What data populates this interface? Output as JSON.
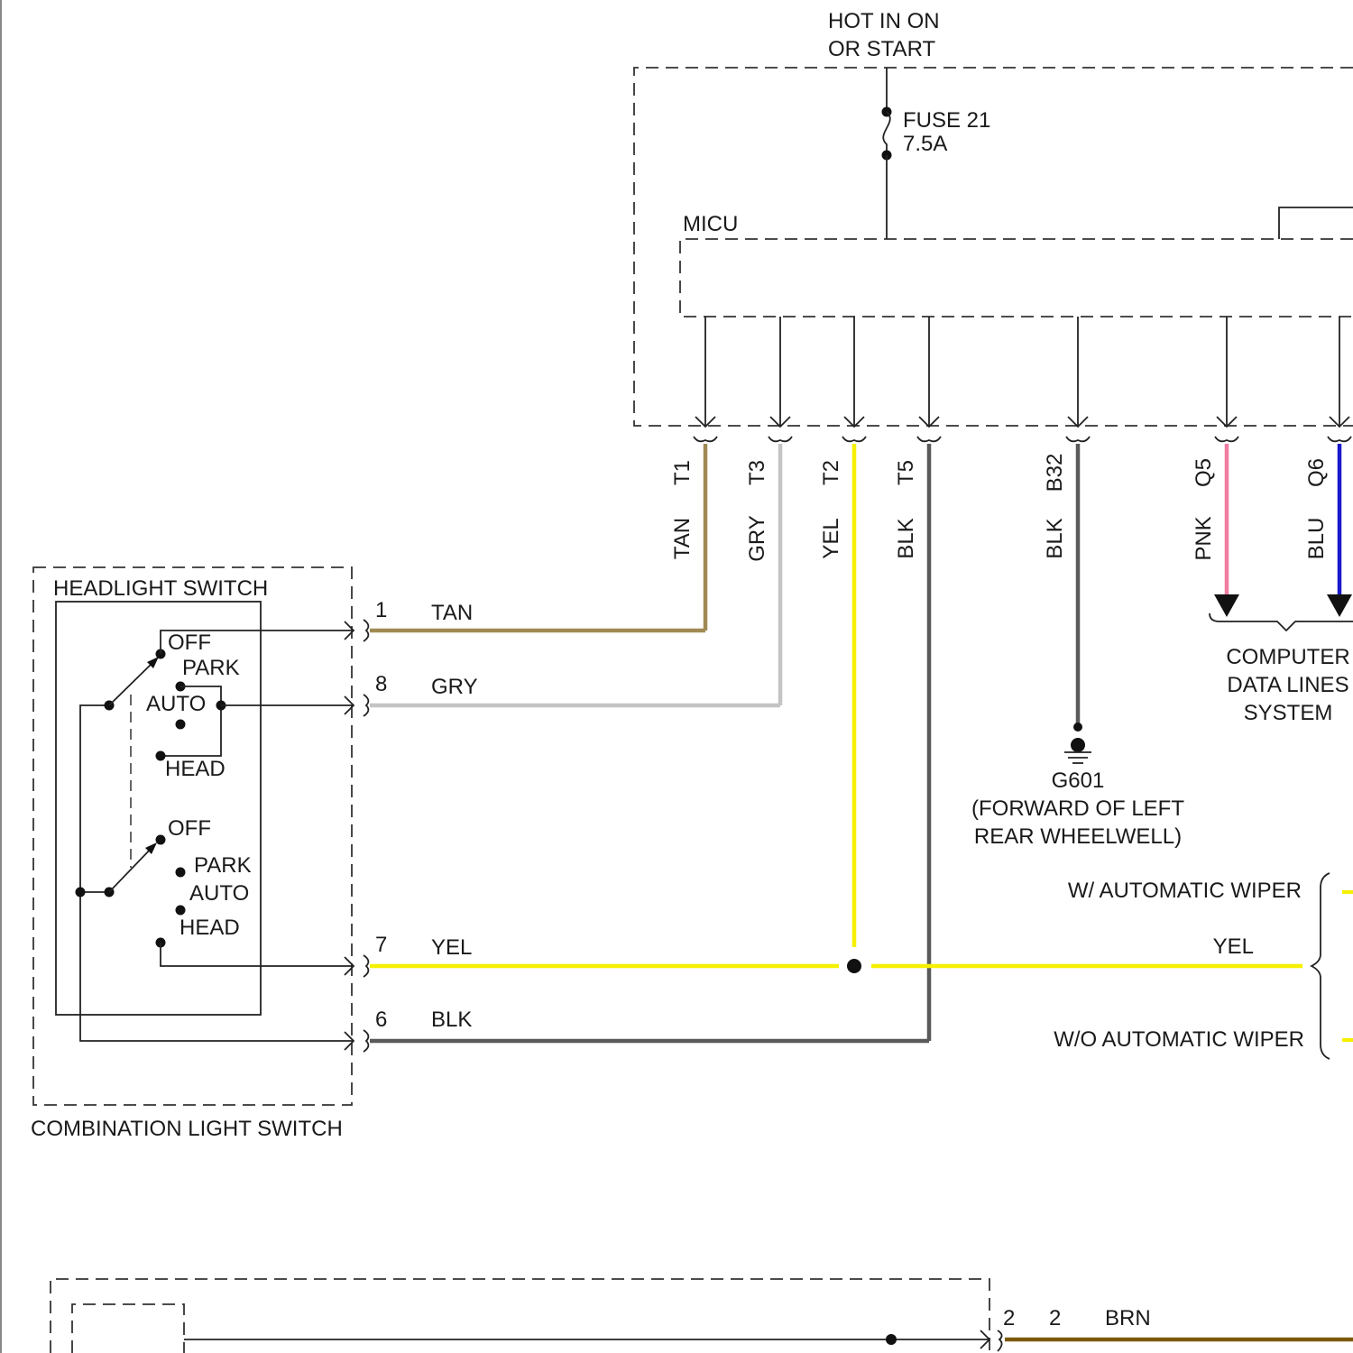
{
  "power": {
    "line1": "HOT IN ON",
    "line2": "OR START"
  },
  "fuse": {
    "name": "FUSE 21",
    "rating": "7.5A"
  },
  "micu": {
    "label": "MICU"
  },
  "micu_terminals": [
    {
      "pin": "T1",
      "wire": "TAN",
      "color": "#a08a54"
    },
    {
      "pin": "T3",
      "wire": "GRY",
      "color": "#c4c4c4"
    },
    {
      "pin": "T2",
      "wire": "YEL",
      "color": "#f5f000"
    },
    {
      "pin": "T5",
      "wire": "BLK",
      "color": "#5a5a5a"
    },
    {
      "pin": "B32",
      "wire": "BLK",
      "color": "#5a5a5a"
    },
    {
      "pin": "Q5",
      "wire": "PNK",
      "color": "#f07ca0"
    },
    {
      "pin": "Q6",
      "wire": "BLU",
      "color": "#1a1acc"
    }
  ],
  "ground": {
    "name": "G601",
    "location_line1": "(FORWARD OF LEFT",
    "location_line2": "REAR WHEELWELL)"
  },
  "data_lines": {
    "line1": "COMPUTER",
    "line2": "DATA LINES",
    "line3": "SYSTEM"
  },
  "switch": {
    "title": "HEADLIGHT SWITCH",
    "component": "COMBINATION LIGHT SWITCH",
    "upper_positions": [
      "OFF",
      "PARK",
      "AUTO",
      "HEAD"
    ],
    "lower_positions": [
      "OFF",
      "PARK",
      "AUTO",
      "HEAD"
    ]
  },
  "switch_connectors": [
    {
      "pin": "1",
      "wire": "TAN"
    },
    {
      "pin": "8",
      "wire": "GRY"
    },
    {
      "pin": "7",
      "wire": "YEL"
    },
    {
      "pin": "6",
      "wire": "BLK"
    }
  ],
  "wiper": {
    "with": "W/ AUTOMATIC WIPER",
    "without": "W/O AUTOMATIC WIPER",
    "wire": "YEL"
  },
  "bottom_connector": {
    "pin_a": "2",
    "pin_b": "2",
    "wire": "BRN",
    "color": "#7a5a0a"
  }
}
